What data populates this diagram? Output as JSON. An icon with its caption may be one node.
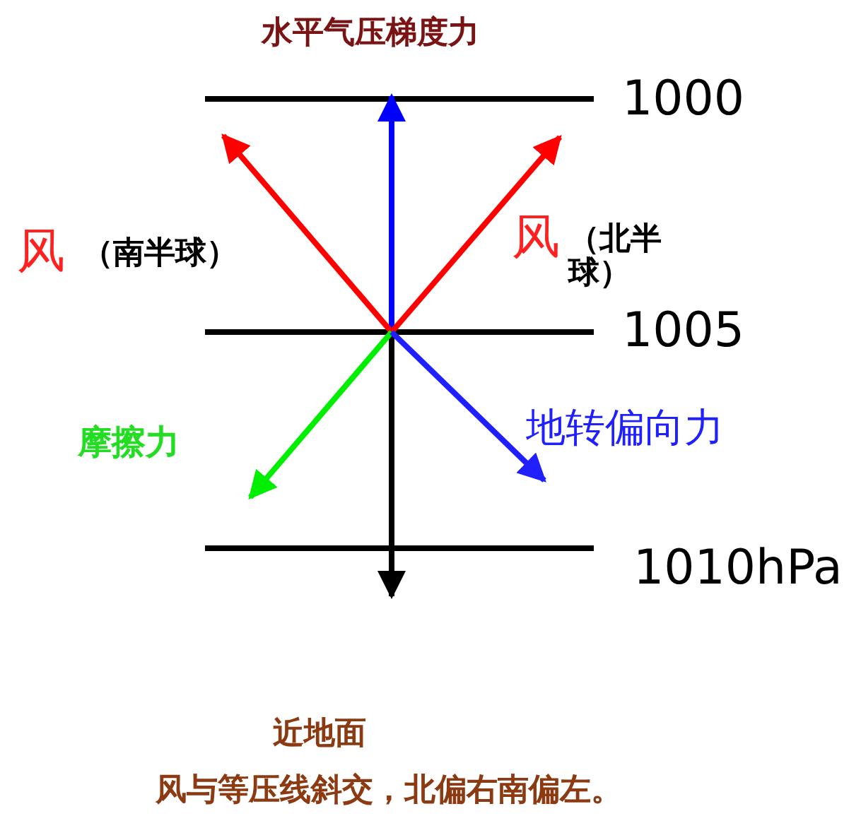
{
  "diagram": {
    "labels": [
      "水平气压梯度力",
      "1000",
      "风",
      "（南半球）",
      "风",
      "（北半球）",
      "1005",
      "摩擦力",
      "地转偏向力",
      "1010hPa",
      "近地面",
      "风与等压线斜交，北偏右南偏左。"
    ]
  }
}
